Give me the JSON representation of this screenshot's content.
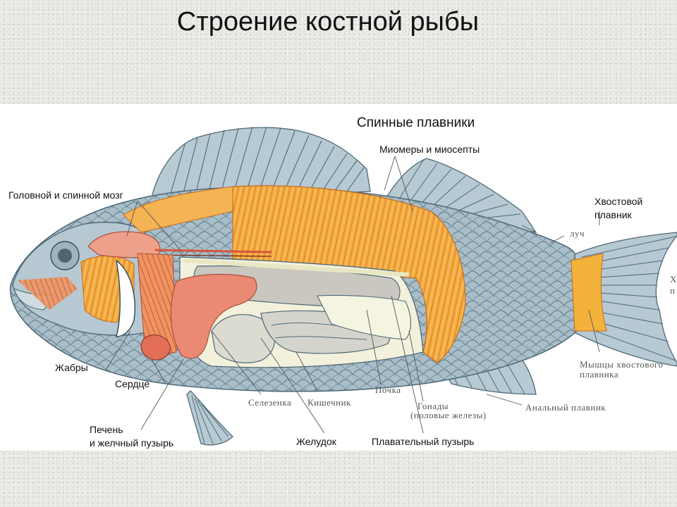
{
  "title": "Строение костной рыбы",
  "labels": {
    "dorsal_fins": "Спинные плавники",
    "myomeres": "Миомеры и миосепты",
    "brain": "Головной и спинной мозг",
    "caudal_fin_line1": "Хвостовой",
    "caudal_fin_line2": "плавник",
    "gills": "Жабры",
    "heart": "Сердце",
    "liver_line1": "Печень",
    "liver_line2": "и желчный пузырь",
    "stomach": "Желудок",
    "swim_bladder": "Плавательный пузырь",
    "spleen": "Селезенка",
    "intestine": "Кишечник",
    "kidney": "Почка",
    "gonads_line1": "Гонады",
    "gonads_line2": "(половые железы)",
    "anal_fin": "Анальный плавник",
    "caudal_muscles_line1": "Мышцы хвостового",
    "caudal_muscles_line2": "плавника",
    "ray_fragment": "луч",
    "edge_fragment_1": "Х",
    "edge_fragment_2": "п"
  },
  "colors": {
    "body": "#a9bec8",
    "scale_line": "#5f7b8a",
    "muscle": "#f2a33a",
    "muscle_light": "#f7c86a",
    "organ_pink": "#ee9a86",
    "organ_red": "#e8826f",
    "organ_grey": "#cfcfc9",
    "organ_cream": "#f1f1d9",
    "fin": "#b3c5ce"
  }
}
